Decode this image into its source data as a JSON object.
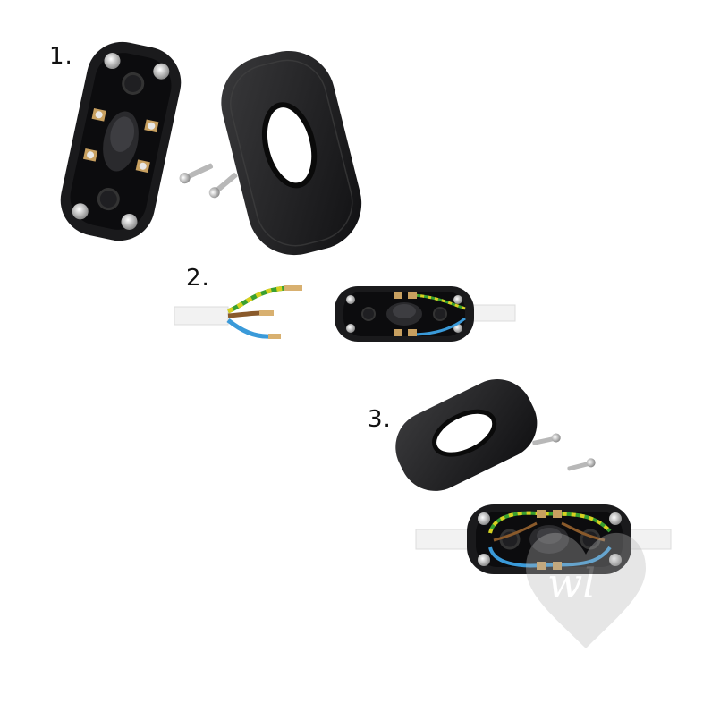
{
  "steps": [
    {
      "label": "1."
    },
    {
      "label": "2."
    },
    {
      "label": "3."
    }
  ],
  "colors": {
    "housing": "#1c1c1e",
    "brass": "#c8a060",
    "wire_live": "#8a5a2b",
    "wire_neutral": "#3a9ad9",
    "wire_earth_yellow": "#d8d020",
    "wire_earth_green": "#3aa030",
    "cable_sheath": "#f2f2f2",
    "watermark": "#c8c8c8"
  },
  "watermark": {
    "text": "wl"
  }
}
